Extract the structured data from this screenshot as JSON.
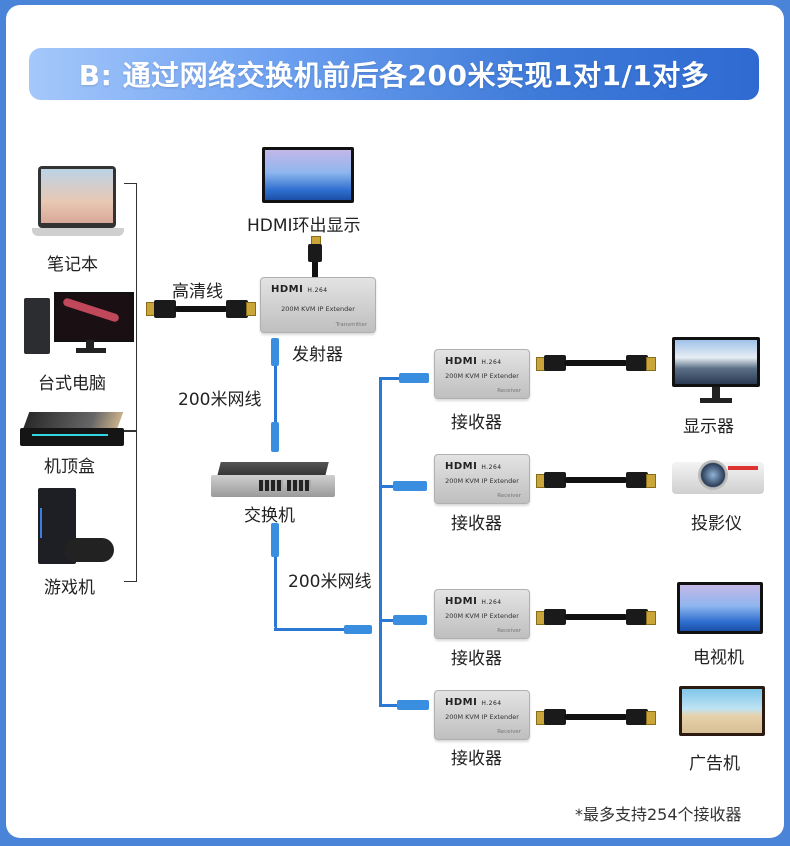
{
  "title": "B: 通过网络交换机前后各200米实现1对1/1对多",
  "sources": [
    {
      "label": "笔记本",
      "icon": "laptop-icon"
    },
    {
      "label": "台式电脑",
      "icon": "desktop-pc-icon"
    },
    {
      "label": "机顶盒",
      "icon": "set-top-box-icon"
    },
    {
      "label": "游戏机",
      "icon": "game-console-icon"
    }
  ],
  "hdmi_cable_label": "高清线",
  "loop_out_label": "HDMI环出显示",
  "transmitter": {
    "label": "发射器",
    "brand": "HDMI",
    "codec": "H.264",
    "model": "200M KVM IP Extender",
    "role": "Transmitter"
  },
  "network_cable_label_1": "200米网线",
  "switch_label": "交换机",
  "network_cable_label_2": "200米网线",
  "receivers": [
    {
      "label": "接收器",
      "brand": "HDMI",
      "codec": "H.264",
      "model": "200M KVM IP Extender",
      "role": "Receiver",
      "display": "显示器",
      "display_icon": "monitor-icon"
    },
    {
      "label": "接收器",
      "brand": "HDMI",
      "codec": "H.264",
      "model": "200M KVM IP Extender",
      "role": "Receiver",
      "display": "投影仪",
      "display_icon": "projector-icon"
    },
    {
      "label": "接收器",
      "brand": "HDMI",
      "codec": "H.264",
      "model": "200M KVM IP Extender",
      "role": "Receiver",
      "display": "电视机",
      "display_icon": "tv-icon"
    },
    {
      "label": "接收器",
      "brand": "HDMI",
      "codec": "H.264",
      "model": "200M KVM IP Extender",
      "role": "Receiver",
      "display": "广告机",
      "display_icon": "signage-icon"
    }
  ],
  "footnote": "*最多支持254个接收器",
  "colors": {
    "frame": "#4a84d8",
    "cable_blue": "#2b78d4",
    "title_start": "#a5c8fb",
    "title_end": "#2f6ad2"
  }
}
